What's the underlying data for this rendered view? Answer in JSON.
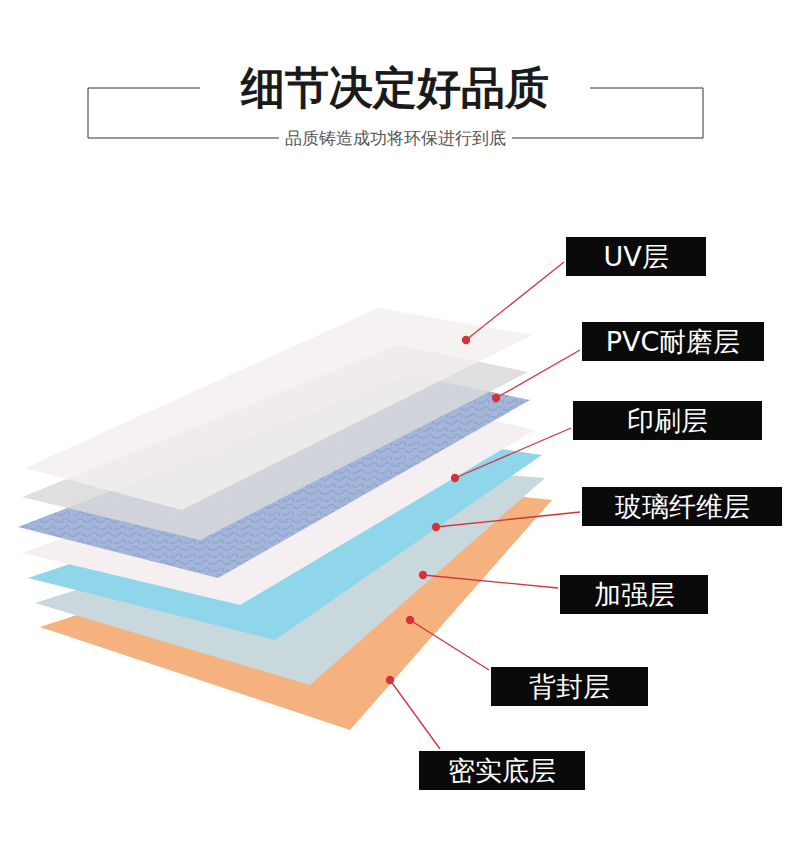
{
  "diagram": {
    "title": "细节决定好品质",
    "nodes": [
      {
        "text": [
          "UV层"
        ]
      },
      {
        "text": [
          "PVC耐磨层"
        ]
      },
      {
        "text": [
          "印刷层"
        ]
      },
      {
        "text": [
          "玻璃纤维层"
        ]
      },
      {
        "text": [
          "加强层"
        ]
      },
      {
        "text": [
          "背封层"
        ]
      },
      {
        "text": [
          "密实底层"
        ]
      }
    ],
    "labels": [
      "品质铸造成功将环保进行到底"
    ]
  }
}
